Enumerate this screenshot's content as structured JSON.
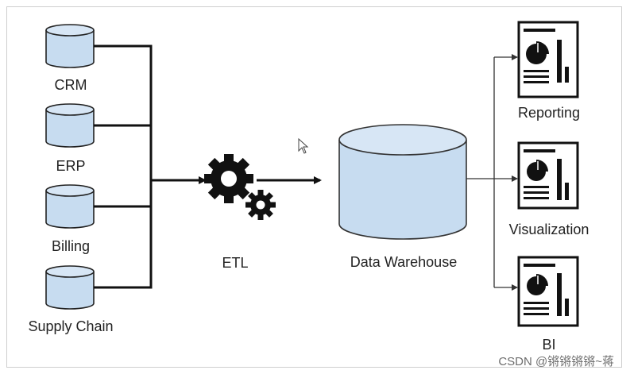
{
  "sources": [
    {
      "label": "CRM"
    },
    {
      "label": "ERP"
    },
    {
      "label": "Billing"
    },
    {
      "label": "Supply Chain"
    }
  ],
  "etl": {
    "label": "ETL"
  },
  "warehouse": {
    "label": "Data Warehouse"
  },
  "outputs": [
    {
      "label": "Reporting"
    },
    {
      "label": "Visualization"
    },
    {
      "label": "BI"
    }
  ],
  "watermark": "CSDN @锵锵锵锵~蒋",
  "colors": {
    "db_fill": "#c7dcf0",
    "stroke": "#111111"
  }
}
